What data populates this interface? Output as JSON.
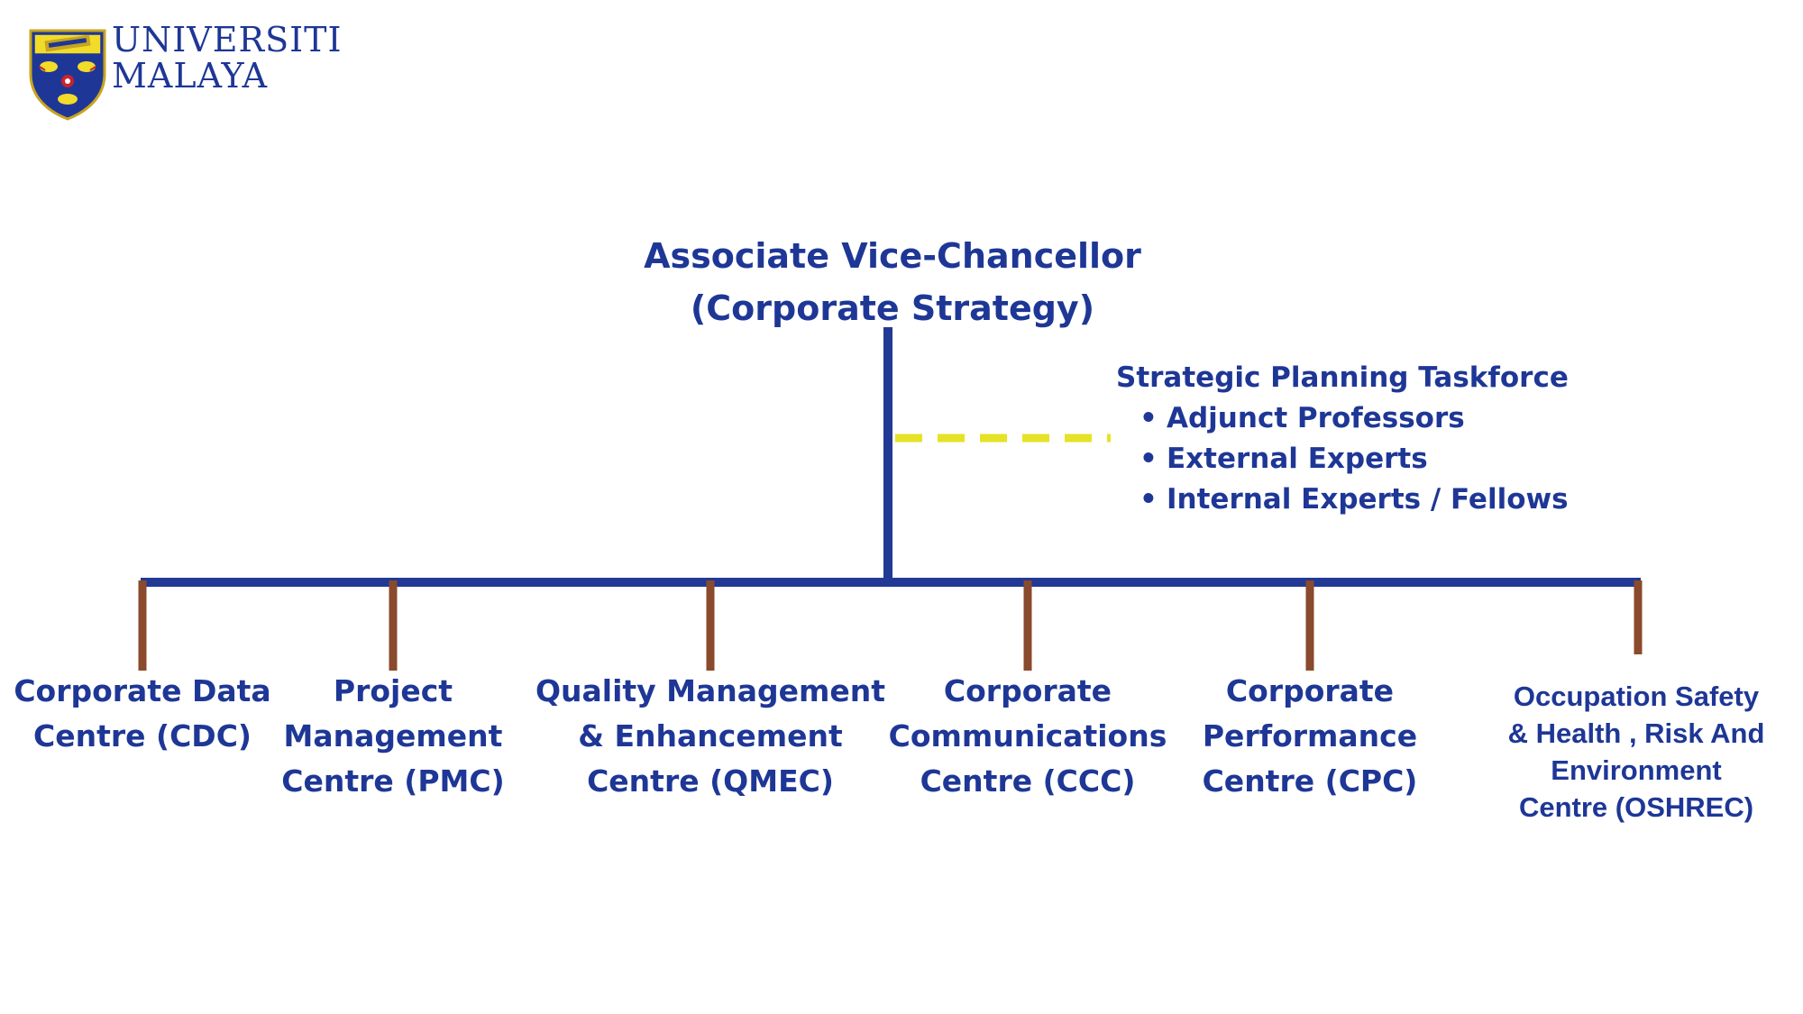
{
  "logo": {
    "line1": "UNIVERSITI",
    "line2": "MALAYA"
  },
  "root": {
    "label": "Associate Vice-Chancellor\n(Corporate Strategy)"
  },
  "taskforce": {
    "title": "Strategic Planning Taskforce",
    "items": [
      "Adjunct Professors",
      "External Experts",
      "Internal Experts / Fellows"
    ]
  },
  "children": [
    {
      "label": "Corporate Data\nCentre (CDC)"
    },
    {
      "label": "Project\nManagement\nCentre (PMC)"
    },
    {
      "label": "Quality Management\n& Enhancement\nCentre (QMEC)"
    },
    {
      "label": "Corporate\nCommunications\nCentre (CCC)"
    },
    {
      "label": "Corporate\nPerformance\nCentre (CPC)"
    },
    {
      "label": "Occupation Safety\n& Health , Risk And\nEnvironment\nCentre (OSHREC)"
    }
  ],
  "colors": {
    "text": "#1e3796",
    "trunk": "#223a94",
    "dashed": "#e6e226",
    "branch": "#8a4a2c"
  }
}
